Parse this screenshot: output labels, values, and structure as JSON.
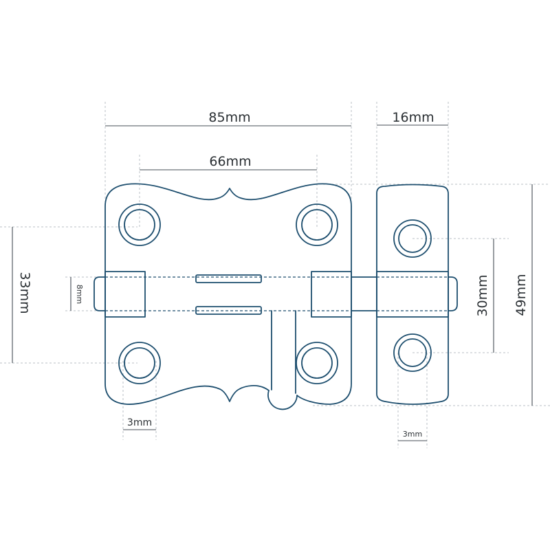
{
  "dimensions": {
    "overall_width": "85mm",
    "hole_spacing_horizontal": "66mm",
    "keeper_width": "16mm",
    "plate_hole_spacing_vertical": "33mm",
    "bolt_height": "8mm",
    "keeper_hole_spacing": "30mm",
    "overall_height": "49mm",
    "plate_hole_diameter": "3mm",
    "keeper_hole_diameter": "3mm"
  },
  "colors": {
    "outline": "#1d4e6e",
    "dimension_line": "#444c54",
    "extension_line": "#b9bfc4",
    "background": "#ffffff"
  }
}
